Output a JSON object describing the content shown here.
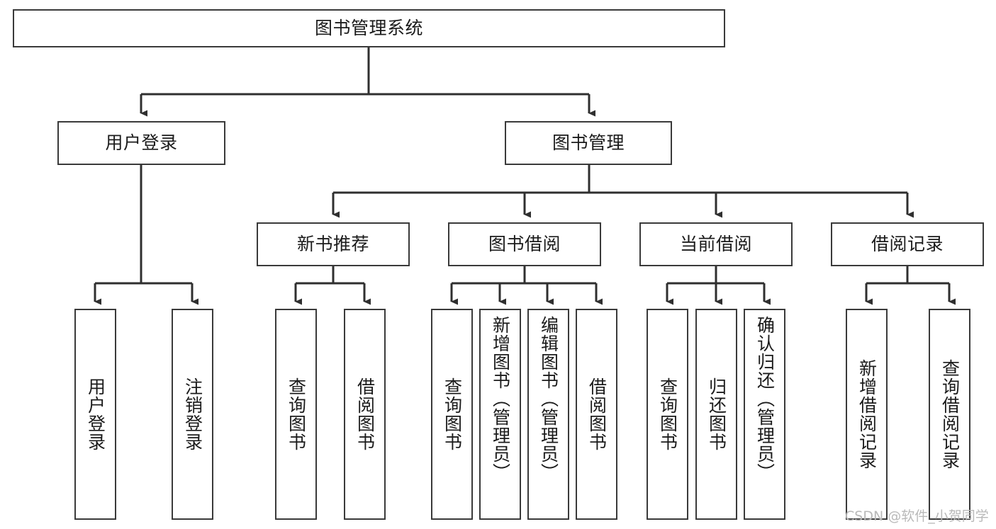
{
  "diagram": {
    "title": "图书管理系统",
    "type": "functional-structure-tree",
    "watermark": "CSDN @软件_小贺同学",
    "colors": {
      "box_border": "#3a3a3a",
      "box_fill": "#ffffff",
      "edge": "#2f2f2f",
      "text": "#1b1b1b",
      "watermark": "#b9b9b9",
      "background": "#ffffff"
    },
    "root": {
      "label": "图书管理系统"
    },
    "level1": [
      {
        "label": "用户登录"
      },
      {
        "label": "图书管理"
      }
    ],
    "level2": [
      {
        "label": "新书推荐"
      },
      {
        "label": "图书借阅"
      },
      {
        "label": "当前借阅"
      },
      {
        "label": "借阅记录"
      }
    ],
    "leaves": {
      "user_login": [
        {
          "label": "用户登录"
        },
        {
          "label": "注销登录"
        }
      ],
      "new_book_recommend": [
        {
          "label": "查询图书"
        },
        {
          "label": "借阅图书"
        }
      ],
      "book_borrow": [
        {
          "label": "查询图书"
        },
        {
          "label": "新增图书（管理员）"
        },
        {
          "label": "编辑图书（管理员）"
        },
        {
          "label": "借阅图书"
        }
      ],
      "current_borrow": [
        {
          "label": "查询图书"
        },
        {
          "label": "归还图书"
        },
        {
          "label": "确认归还（管理员）"
        }
      ],
      "borrow_record": [
        {
          "label": "新增借阅记录"
        },
        {
          "label": "查询借阅记录"
        }
      ]
    }
  }
}
